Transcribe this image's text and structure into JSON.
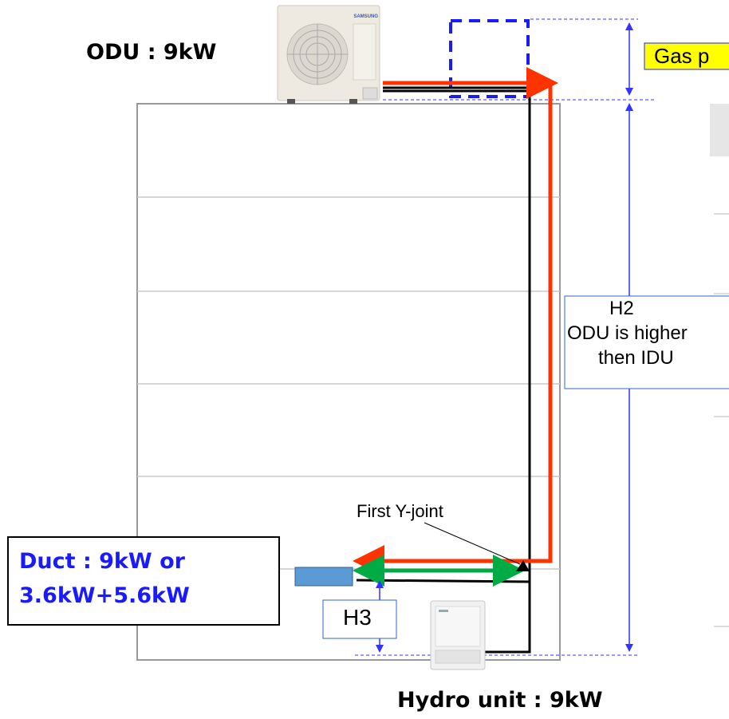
{
  "labels": {
    "odu": "ODU : 9kW",
    "gas_pipe": "Gas p",
    "h2_title": "H2",
    "h2_line1": "ODU is higher",
    "h2_line2": "then IDU",
    "first_y_joint": "First Y-joint",
    "duct_line1": "Duct : 9kW or",
    "duct_line2": "3.6kW+5.6kW",
    "h3": "H3",
    "hydro_unit": "Hydro unit : 9kW",
    "odu_brand": "SAMSUNG"
  },
  "colors": {
    "gas_pipe": "#ff3300",
    "liquid_pipe": "#00aa44",
    "arrow_blue": "#3333ff",
    "dashed_blue": "#1a1aff",
    "duct_blue": "#5b9bd5",
    "highlight_yellow": "#ffff00",
    "duct_text": "#1a1aff"
  }
}
